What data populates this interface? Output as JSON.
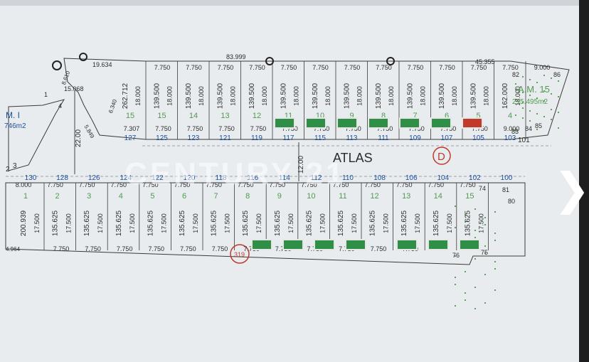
{
  "street_name": "ATLAS",
  "watermark": "CENTURY 21",
  "manzana_label": "D",
  "nav": {
    "next_icon": "chevron-right-icon",
    "next_glyph": "❯"
  },
  "top_edge": {
    "left_len": "19.634",
    "mid_len": "83.999",
    "right_len": "45.355"
  },
  "top_row": {
    "frontages": [
      "7.750",
      "7.750",
      "7.750",
      "7.750",
      "7.750",
      "7.750",
      "7.750",
      "7.750",
      "7.750",
      "7.750",
      "7.750",
      "7.750",
      "9.000"
    ],
    "lots": [
      {
        "n": "15",
        "depth": "262.712",
        "width": "18.000",
        "front": "7.307",
        "num": "127"
      },
      {
        "n": "15",
        "depth": "139.500",
        "width": "18.000",
        "front": "7.750",
        "num": "125"
      },
      {
        "n": "14",
        "depth": "139.500",
        "width": "18.000",
        "front": "7.750",
        "num": "123"
      },
      {
        "n": "13",
        "depth": "139.500",
        "width": "18.000",
        "front": "7.750",
        "num": "121"
      },
      {
        "n": "12",
        "depth": "139.500",
        "width": "18.000",
        "front": "7.750",
        "num": "119"
      },
      {
        "n": "11",
        "depth": "139.500",
        "width": "18.000",
        "front": "7.750",
        "num": "117"
      },
      {
        "n": "10",
        "depth": "139.500",
        "width": "18.000",
        "front": "7.750",
        "num": "115"
      },
      {
        "n": "9",
        "depth": "139.500",
        "width": "18.000",
        "front": "7.750",
        "num": "113"
      },
      {
        "n": "8",
        "depth": "139.500",
        "width": "18.000",
        "front": "7.750",
        "num": "111"
      },
      {
        "n": "7",
        "depth": "139.500",
        "width": "18.000",
        "front": "7.750",
        "num": "109"
      },
      {
        "n": "6",
        "depth": "139.500",
        "width": "18.000",
        "front": "7.750",
        "num": "107"
      },
      {
        "n": "5",
        "depth": "139.500",
        "width": "18.000",
        "front": "7.750",
        "num": "105"
      },
      {
        "n": "4",
        "depth": "162.000",
        "width": "18.000",
        "front": "9.000",
        "num": "103"
      }
    ],
    "green_area": {
      "title": "A.M. 15",
      "area": "215.495m2",
      "nums": [
        "82",
        "86",
        "83",
        "84",
        "85",
        "101"
      ]
    }
  },
  "left_block": {
    "title": "M. I",
    "area": "746m2",
    "dims": [
      "8.610",
      "15.068",
      "6.340",
      "5.849",
      "22.00"
    ],
    "corner": [
      "1",
      "4",
      "2",
      "3"
    ]
  },
  "street_width": "12.00",
  "bottom_row": {
    "top_nums": [
      "130",
      "128",
      "126",
      "124",
      "122",
      "120",
      "118",
      "116",
      "114",
      "112",
      "110",
      "108",
      "106",
      "104",
      "102",
      "100"
    ],
    "frontages": [
      "8.000",
      "7.750",
      "7.750",
      "7.750",
      "7.750",
      "7.750",
      "7.750",
      "7.750",
      "7.750",
      "7.750",
      "7.750",
      "7.750",
      "7.750",
      "7.750",
      "7.750"
    ],
    "lots": [
      {
        "n": "1",
        "depth": "200.939",
        "width": "17.500"
      },
      {
        "n": "2",
        "depth": "135.625",
        "width": "17.500"
      },
      {
        "n": "3",
        "depth": "135.625",
        "width": "17.500"
      },
      {
        "n": "4",
        "depth": "135.625",
        "width": "17.500"
      },
      {
        "n": "5",
        "depth": "135.625",
        "width": "17.500"
      },
      {
        "n": "6",
        "depth": "135.625",
        "width": "17.500"
      },
      {
        "n": "7",
        "depth": "135.625",
        "width": "17.500"
      },
      {
        "n": "8",
        "depth": "135.625",
        "width": "17.500"
      },
      {
        "n": "9",
        "depth": "135.625",
        "width": "17.500"
      },
      {
        "n": "10",
        "depth": "135.625",
        "width": "17.500"
      },
      {
        "n": "11",
        "depth": "135.625",
        "width": "17.500"
      },
      {
        "n": "12",
        "depth": "135.625",
        "width": "17.500"
      },
      {
        "n": "13",
        "depth": "135.625",
        "width": "17.500"
      },
      {
        "n": "14",
        "depth": "135.625",
        "width": "17.500"
      },
      {
        "n": "15",
        "depth": "135.625",
        "width": "17.500"
      }
    ],
    "back": [
      "7.750",
      "7.750",
      "7.750",
      "7.750",
      "7.750",
      "7.750",
      "7.750",
      "7.750",
      "7.750",
      "7.750",
      "7.750",
      "7.750"
    ],
    "left_back": "4.964",
    "extra_nums": [
      "74",
      "81",
      "80",
      "76",
      "75"
    ],
    "circled": "319"
  }
}
